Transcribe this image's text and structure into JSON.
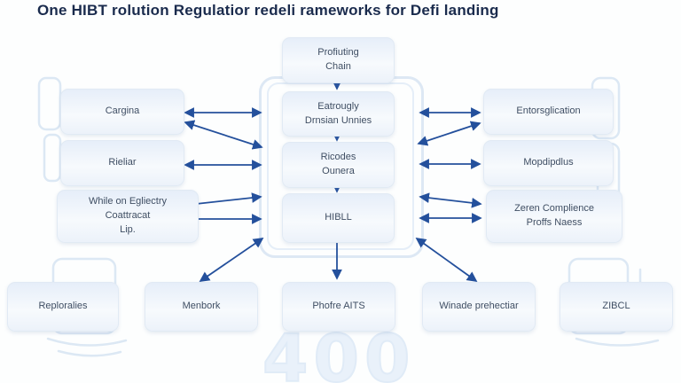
{
  "title": "One HIBT rolution Regulatior redeli rameworks for Defi landing",
  "watermark": "400",
  "nodes": {
    "center_top": {
      "label": "Profiuting\nChain"
    },
    "center": [
      {
        "label": "Eatrougly\nDrnsian Unnies"
      },
      {
        "label": "Ricodes\nOunera"
      },
      {
        "label": "HIBLL"
      }
    ],
    "left": [
      {
        "label": "Cargina"
      },
      {
        "label": "Rieliar"
      },
      {
        "label": "While on Egliectry\nCoattracat\nLip."
      }
    ],
    "right": [
      {
        "label": "Entorsglication"
      },
      {
        "label": "Mopdipdlus"
      },
      {
        "label": "Zeren Complience\nProffs Naess"
      }
    ],
    "bottom": [
      {
        "label": "Reploralies"
      },
      {
        "label": "Menbork"
      },
      {
        "label": "Phofre AITS"
      },
      {
        "label": "Winade prehectiar"
      },
      {
        "label": "ZIBCL"
      }
    ]
  },
  "colors": {
    "arrow": "#24509c",
    "title": "#1a2b4d",
    "node_text": "#3f4e63",
    "node_border": "#e1eaf4",
    "decor_outline": "#dce8f4"
  }
}
